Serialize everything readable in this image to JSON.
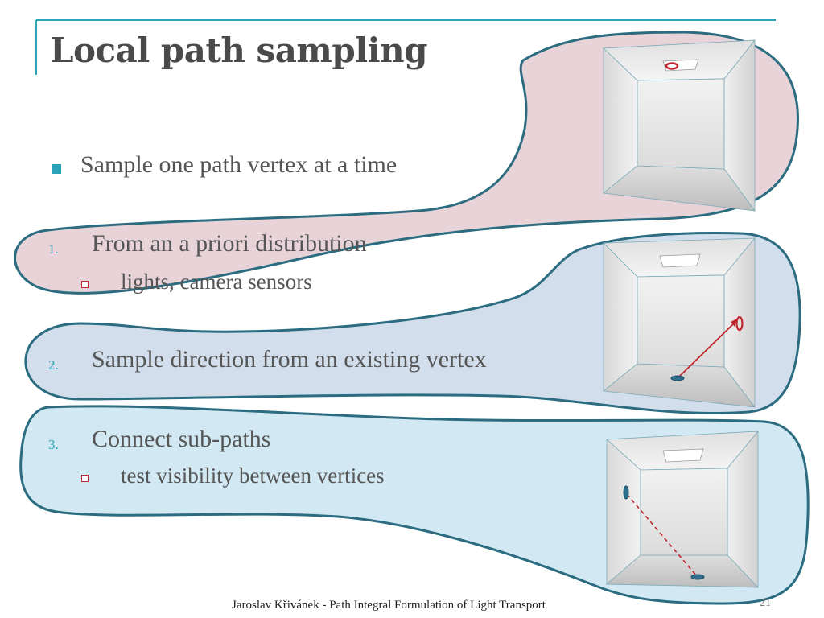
{
  "slide": {
    "title": "Local path sampling",
    "main_bullet": "Sample one path vertex at a time",
    "steps": [
      {
        "number": "1.",
        "label": "From an a priori distribution",
        "sub": "lights, camera sensors"
      },
      {
        "number": "2.",
        "label": "Sample direction from an existing vertex"
      },
      {
        "number": "3.",
        "label": "Connect sub-paths",
        "sub": "test visibility between vertices"
      }
    ],
    "footer": "Jaroslav Křivánek - Path Integral Formulation of Light Transport",
    "page_number": "21"
  },
  "colors": {
    "accent": "#2aa3b8",
    "region1_fill": "#e8d3d8",
    "region2_fill": "#d3deec",
    "region3_fill": "#d2e9f3",
    "outline": "#2c6c80",
    "vertex_red": "#c0262d",
    "vertex_blue": "#2e6f8e"
  }
}
